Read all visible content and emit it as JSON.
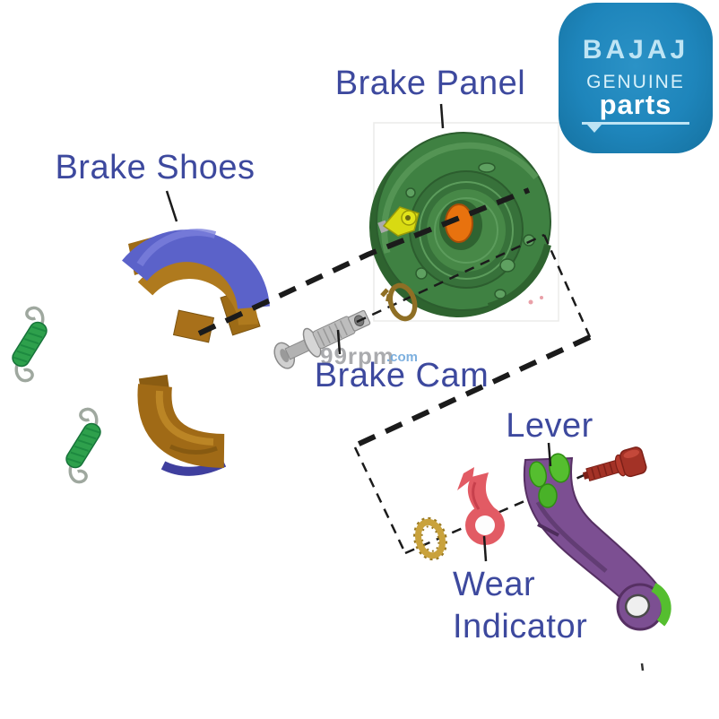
{
  "labels": {
    "brake_panel": "Brake Panel",
    "brake_shoes": "Brake Shoes",
    "brake_cam": "Brake Cam",
    "lever": "Lever",
    "wear_indicator_line1": "Wear",
    "wear_indicator_line2": "Indicator",
    "color": "#3D499E"
  },
  "logo": {
    "brand": "BAJAJ",
    "line2": "GENUINE",
    "line3": "parts",
    "bg_color": "#1E85BB",
    "text_color": "#C6EAF7"
  },
  "watermark": {
    "main": "99rpm",
    "suffix": ".com",
    "main_color": "#8E9094",
    "suffix_color": "#6FA8DC"
  },
  "parts": {
    "brake_panel": {
      "name": "Brake Panel",
      "body_color": "#3F8142",
      "hub_color": "#E8720E",
      "adjuster_color": "#D8DA12"
    },
    "brake_shoe_front": {
      "name": "Brake Shoe (front)",
      "lining_color": "#5B62C9",
      "shoe_color": "#AF7A1E"
    },
    "brake_shoe_rear": {
      "name": "Brake Shoe (rear)",
      "shoe_color": "#A06A16",
      "edge_color": "#3F3F9E"
    },
    "spring": {
      "name": "Return Spring",
      "coil_color": "#2EA04C",
      "hook_color": "#9FA89F"
    },
    "brake_cam": {
      "name": "Brake Cam",
      "body_color": "#BDBDBD"
    },
    "retainer_washer": {
      "name": "Retaining Clip",
      "color": "#8F6F25"
    },
    "star_washer": {
      "name": "Serrated Washer",
      "color": "#C9A23C"
    },
    "wear_indicator": {
      "name": "Wear Indicator",
      "color": "#E25B64"
    },
    "lever": {
      "name": "Brake Lever",
      "body_color": "#7C4F92",
      "accent_color": "#55BE2F"
    },
    "bolt": {
      "name": "Lever Bolt",
      "color": "#A33226"
    }
  },
  "line_style": {
    "divider_color": "#1B1B1B",
    "pointer_color": "#1B1B1B"
  }
}
